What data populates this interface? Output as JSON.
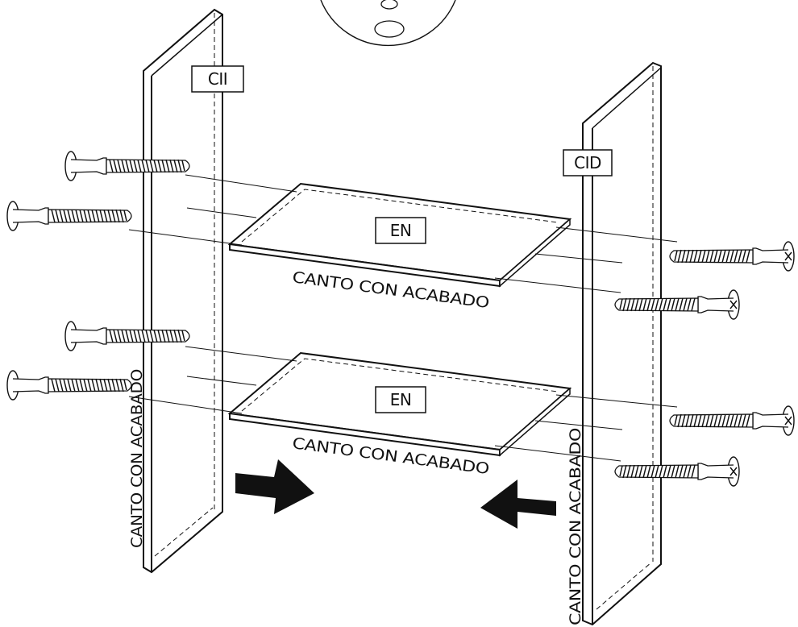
{
  "labels": {
    "left_panel": "CII",
    "right_panel": "CID",
    "shelf_top": "EN",
    "shelf_bottom": "EN"
  },
  "edge_labels": {
    "left_panel_edge": "CANTO CON ACABADO",
    "right_panel_edge": "CANTO CON ACABADO",
    "shelf_top_edge": "CANTO CON ACABADO",
    "shelf_bottom_edge": "CANTO CON ACABADO"
  },
  "colors": {
    "line": "#111111",
    "fill": "#ffffff",
    "arrow": "#111111"
  },
  "icons": {
    "arrow_right": "assembly-arrow-right-icon",
    "arrow_left": "assembly-arrow-left-icon",
    "screw": "cam-screw-icon"
  }
}
